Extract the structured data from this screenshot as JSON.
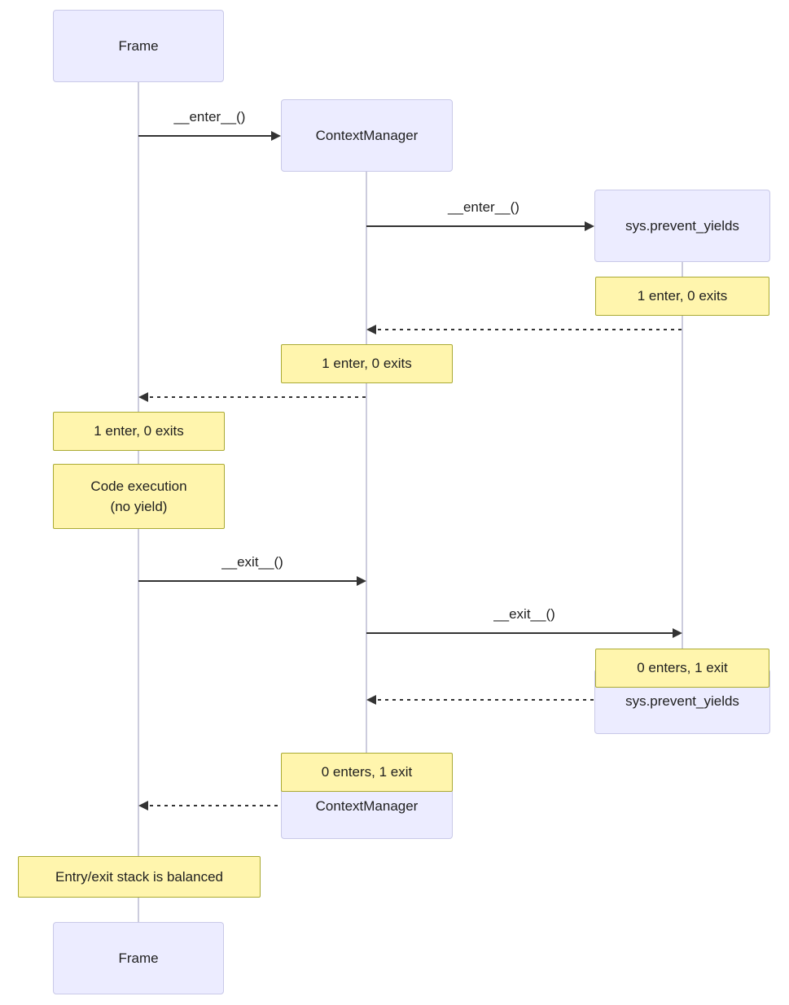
{
  "participants": {
    "frame": {
      "label": "Frame"
    },
    "context_manager": {
      "label": "ContextManager"
    },
    "sys_prevent_yields": {
      "label": "sys.prevent_yields"
    }
  },
  "messages": {
    "frame_enter": "__enter__()",
    "cm_enter": "__enter__()",
    "frame_exit": "__exit__()",
    "cm_exit": "__exit__()"
  },
  "notes": {
    "spy_enter": "1 enter, 0 exits",
    "cm_enter": "1 enter, 0 exits",
    "frame_enter": "1 enter, 0 exits",
    "code_exec_1": "Code execution",
    "code_exec_2": "(no yield)",
    "spy_exit": "0 enters, 1 exit",
    "cm_exit": "0 enters, 1 exit",
    "balanced": "Entry/exit stack is balanced"
  },
  "colors": {
    "actor_fill": "#ECECFF",
    "actor_border": "#C9C9E8",
    "note_fill": "#FFF5AD",
    "note_border": "#AAAA33",
    "lifeline": "#CCCCDD",
    "arrow": "#333333",
    "text": "#1F1F1F",
    "background": "#FFFFFF"
  }
}
